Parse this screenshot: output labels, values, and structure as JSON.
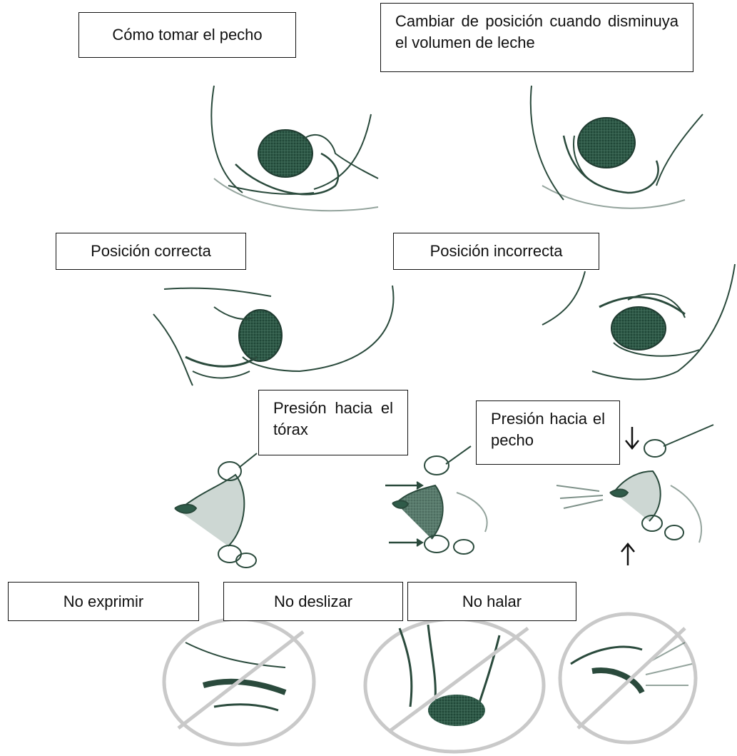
{
  "labels": {
    "como_tomar": "Cómo tomar el pecho",
    "cambiar_posicion": "Cambiar de posición cuando disminuya el volumen de leche",
    "posicion_correcta": "Posición correcta",
    "posicion_incorrecta": "Posición incorrecta",
    "presion_torax": "Presión hacia el tórax",
    "presion_pecho": "Presión hacia el pecho",
    "no_exprimir": "No exprimir",
    "no_deslizar": "No deslizar",
    "no_halar": "No halar"
  },
  "colors": {
    "ink": "#1f4a3a",
    "prohibition": "#c9c9c9",
    "border": "#111111"
  }
}
